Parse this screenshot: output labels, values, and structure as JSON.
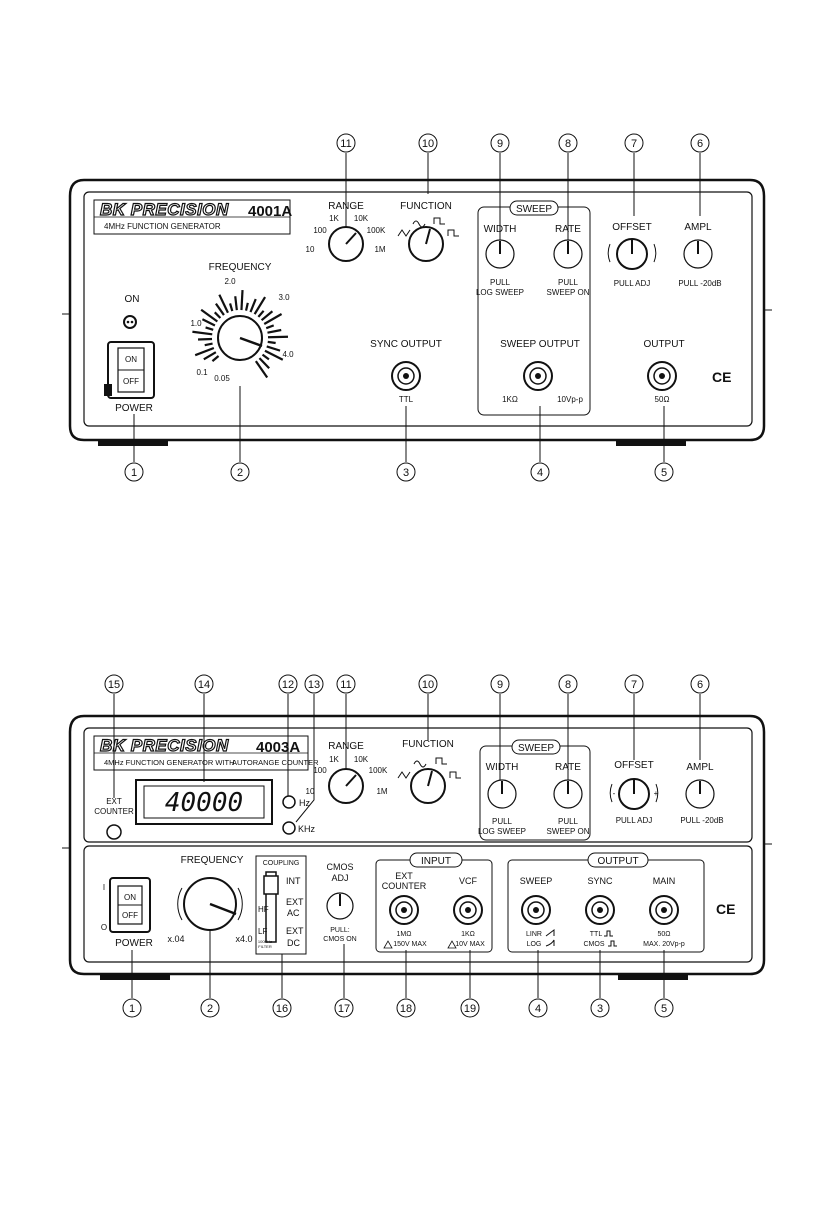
{
  "gen1": {
    "brand": "BK PRECISION",
    "model": "4001A",
    "subtitle": "4MHz FUNCTION GENERATOR",
    "labels": {
      "range": "RANGE",
      "function": "FUNCTION",
      "sweep": "SWEEP",
      "width": "WIDTH",
      "rate": "RATE",
      "offset": "OFFSET",
      "ampl": "AMPL",
      "frequency": "FREQUENCY",
      "on": "ON",
      "sync_output": "SYNC OUTPUT",
      "sweep_output": "SWEEP OUTPUT",
      "output": "OUTPUT",
      "power": "POWER",
      "ttl": "TTL",
      "sweep_out_imp": "1KΩ",
      "sweep_out_v": "10Vp-p",
      "out_imp": "50Ω",
      "width_pull_1": "PULL",
      "width_pull_2": "LOG SWEEP",
      "rate_pull_1": "PULL",
      "rate_pull_2": "SWEEP ON",
      "offset_pull": "PULL ADJ",
      "ampl_pull": "PULL -20dB",
      "switch_on": "ON",
      "switch_off": "OFF",
      "ce": "CE"
    },
    "range_ticks": [
      "10",
      "100",
      "1K",
      "10K",
      "100K",
      "1M"
    ],
    "freq_ticks": [
      "0.1",
      "0.05",
      "1.0",
      "2.0",
      "3.0",
      "4.0"
    ],
    "callouts_top": [
      "11",
      "10",
      "9",
      "8",
      "7",
      "6"
    ],
    "callouts_bottom": [
      "1",
      "2",
      "3",
      "4",
      "5"
    ]
  },
  "gen2": {
    "brand": "BK PRECISION",
    "model": "4003A",
    "subtitle_left": "4MHz FUNCTION GENERATOR WITH",
    "subtitle_right": "AUTORANGE COUNTER",
    "display_value": "40000",
    "labels": {
      "range": "RANGE",
      "function": "FUNCTION",
      "sweep": "SWEEP",
      "width": "WIDTH",
      "rate": "RATE",
      "offset": "OFFSET",
      "ampl": "AMPL",
      "ext_counter_1": "EXT",
      "ext_counter_2": "COUNTER",
      "hz": "Hz",
      "khz": "KHz",
      "frequency": "FREQUENCY",
      "coupling": "COUPLING",
      "int": "INT",
      "ext_ac_1": "EXT",
      "ext_ac_2": "AC",
      "ext_dc_1": "EXT",
      "ext_dc_2": "DC",
      "hf": "HF",
      "lf": "LF",
      "filter_1": "100KHz",
      "filter_2": "FILTER",
      "cmos_1": "CMOS",
      "cmos_2": "ADJ",
      "cmos_pull_1": "PULL:",
      "cmos_pull_2": "CMOS ON",
      "input": "INPUT",
      "output": "OUTPUT",
      "ext_counter_in_1": "EXT",
      "ext_counter_in_2": "COUNTER",
      "vcf": "VCF",
      "sweep_out": "SWEEP",
      "sync": "SYNC",
      "main": "MAIN",
      "ext_imp": "1MΩ",
      "ext_max": "150V MAX",
      "vcf_imp": "1KΩ",
      "vcf_max": "10V MAX",
      "linr": "LINR",
      "log": "LOG",
      "ttl": "TTL",
      "cmos": "CMOS",
      "main_imp": "50Ω",
      "main_max": "MAX. 20Vp-p",
      "power": "POWER",
      "x04": "x.04",
      "x40": "x4.0",
      "i": "I",
      "o": "O",
      "switch_on": "ON",
      "switch_off": "OFF",
      "width_pull_1": "PULL",
      "width_pull_2": "LOG SWEEP",
      "rate_pull_1": "PULL",
      "rate_pull_2": "SWEEP ON",
      "offset_pull": "PULL ADJ",
      "ampl_pull": "PULL -20dB",
      "ce": "CE",
      "minus": "-",
      "plus": "+"
    },
    "range_ticks": [
      "10",
      "100",
      "1K",
      "10K",
      "100K",
      "1M"
    ],
    "callouts_top": [
      "15",
      "14",
      "12",
      "13",
      "11",
      "10",
      "9",
      "8",
      "7",
      "6"
    ],
    "callouts_bottom": [
      "1",
      "2",
      "16",
      "17",
      "18",
      "19",
      "4",
      "3",
      "5"
    ]
  }
}
